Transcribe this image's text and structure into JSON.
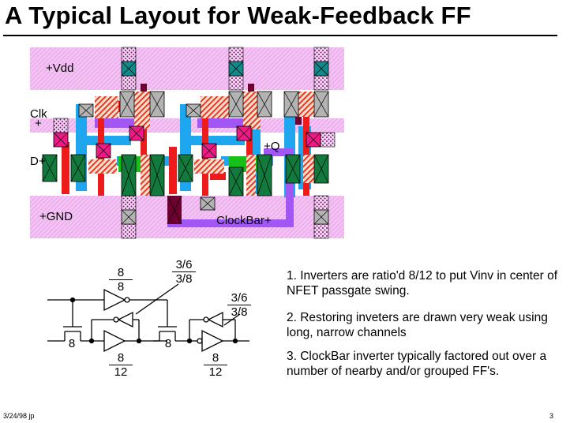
{
  "slide": {
    "title": "A Typical Layout for Weak-Feedback FF",
    "footer_date": "3/24/98 jp",
    "page_number": "3"
  },
  "layout_labels": {
    "vdd": "+Vdd",
    "gnd": "+GND",
    "clk": "Clk",
    "clk_plus": "+",
    "d": "D+",
    "q": "+Q",
    "clockbar": "ClockBar+"
  },
  "schematic": {
    "inv1_top": "8",
    "inv1_bottom": "8",
    "fb1_top": "3/6",
    "fb1_bottom": "3/8",
    "inv2_top": "8",
    "inv2_bottom": "12",
    "pass1": "8",
    "pass2": "8",
    "fb2_top": "3/6",
    "fb2_bottom": "3/8",
    "inv3_top": "8",
    "inv3_bottom": "12"
  },
  "notes": [
    "1.  Inverters are ratio'd 8/12 to put Vinv in center of NFET passgate swing.",
    "2.  Restoring inveters are drawn very weak using long, narrow channels",
    "3.  ClockBar inverter typically factored out over a number of nearby and/or grouped FF's."
  ],
  "colors": {
    "rail": "#e9a3e9",
    "metal1": "#1ea7ef",
    "metal2": "#a257f5",
    "poly": "#ee1b1b",
    "ndiff": "#16c016",
    "nfet": "#117a3c",
    "pfet": "#b3b3b3",
    "contact": "#ee1a85",
    "via": "#128a8a",
    "poly_contact": "#6e0030"
  }
}
